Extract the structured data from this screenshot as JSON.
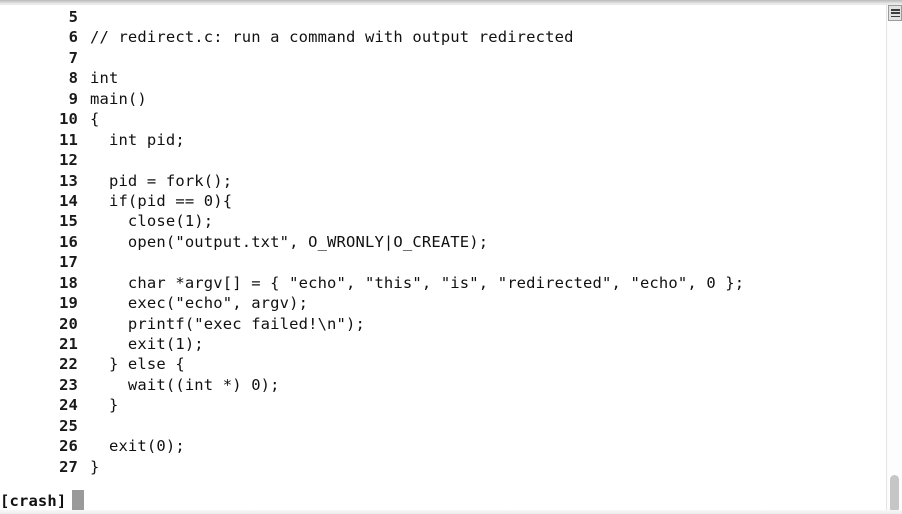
{
  "window": {
    "chrome_strip": "window-top-edge"
  },
  "editor": {
    "language": "c",
    "first_visible_line": 5,
    "last_visible_line": 27,
    "lines": [
      {
        "no": "5",
        "text": ""
      },
      {
        "no": "6",
        "text": "// redirect.c: run a command with output redirected"
      },
      {
        "no": "7",
        "text": ""
      },
      {
        "no": "8",
        "text": "int"
      },
      {
        "no": "9",
        "text": "main()"
      },
      {
        "no": "10",
        "text": "{"
      },
      {
        "no": "11",
        "text": "  int pid;"
      },
      {
        "no": "12",
        "text": ""
      },
      {
        "no": "13",
        "text": "  pid = fork();"
      },
      {
        "no": "14",
        "text": "  if(pid == 0){"
      },
      {
        "no": "15",
        "text": "    close(1);"
      },
      {
        "no": "16",
        "text": "    open(\"output.txt\", O_WRONLY|O_CREATE);"
      },
      {
        "no": "17",
        "text": ""
      },
      {
        "no": "18",
        "text": "    char *argv[] = { \"echo\", \"this\", \"is\", \"redirected\", \"echo\", 0 };"
      },
      {
        "no": "19",
        "text": "    exec(\"echo\", argv);"
      },
      {
        "no": "20",
        "text": "    printf(\"exec failed!\\n\");"
      },
      {
        "no": "21",
        "text": "    exit(1);"
      },
      {
        "no": "22",
        "text": "  } else {"
      },
      {
        "no": "23",
        "text": "    wait((int *) 0);"
      },
      {
        "no": "24",
        "text": "  }"
      },
      {
        "no": "25",
        "text": ""
      },
      {
        "no": "26",
        "text": "  exit(0);"
      },
      {
        "no": "27",
        "text": "}"
      }
    ]
  },
  "prompt": {
    "label": "[crash]",
    "cursor": "block-cursor"
  },
  "right_rail": {
    "icon_button": "list-lines-icon",
    "scrollbar": "vertical-scrollbar"
  },
  "colors": {
    "background": "#ffffff",
    "text": "#111111",
    "line_number": "#1a1a1a",
    "cursor": "#9a9a9a",
    "scroll_thumb": "#c6c6c6",
    "chrome": "#d6d6d6"
  }
}
